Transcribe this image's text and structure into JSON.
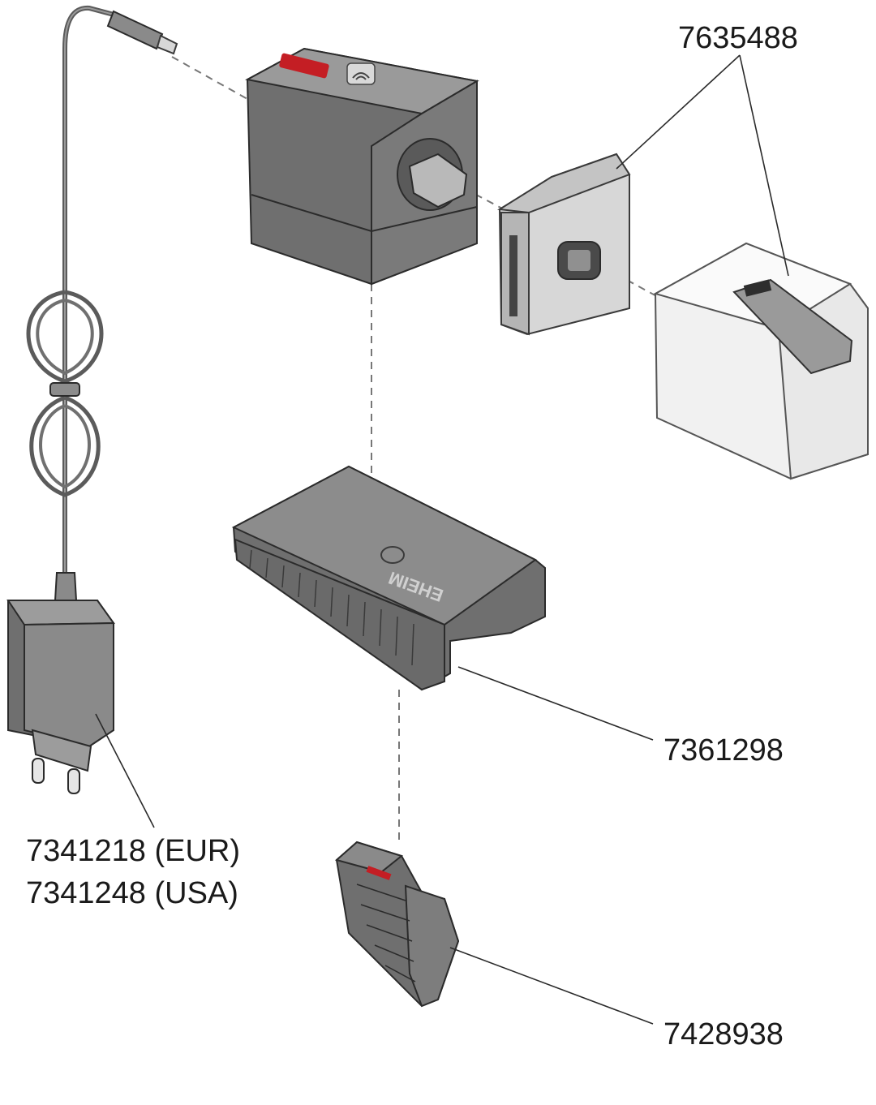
{
  "labels": {
    "pump_filter_part": "7635488",
    "base_housing_part": "7361298",
    "adapter_eur_part": "7341218 (EUR)",
    "adapter_usa_part": "7341248 (USA)",
    "clip_part": "7428938"
  },
  "brand_mark": "EHEIM"
}
